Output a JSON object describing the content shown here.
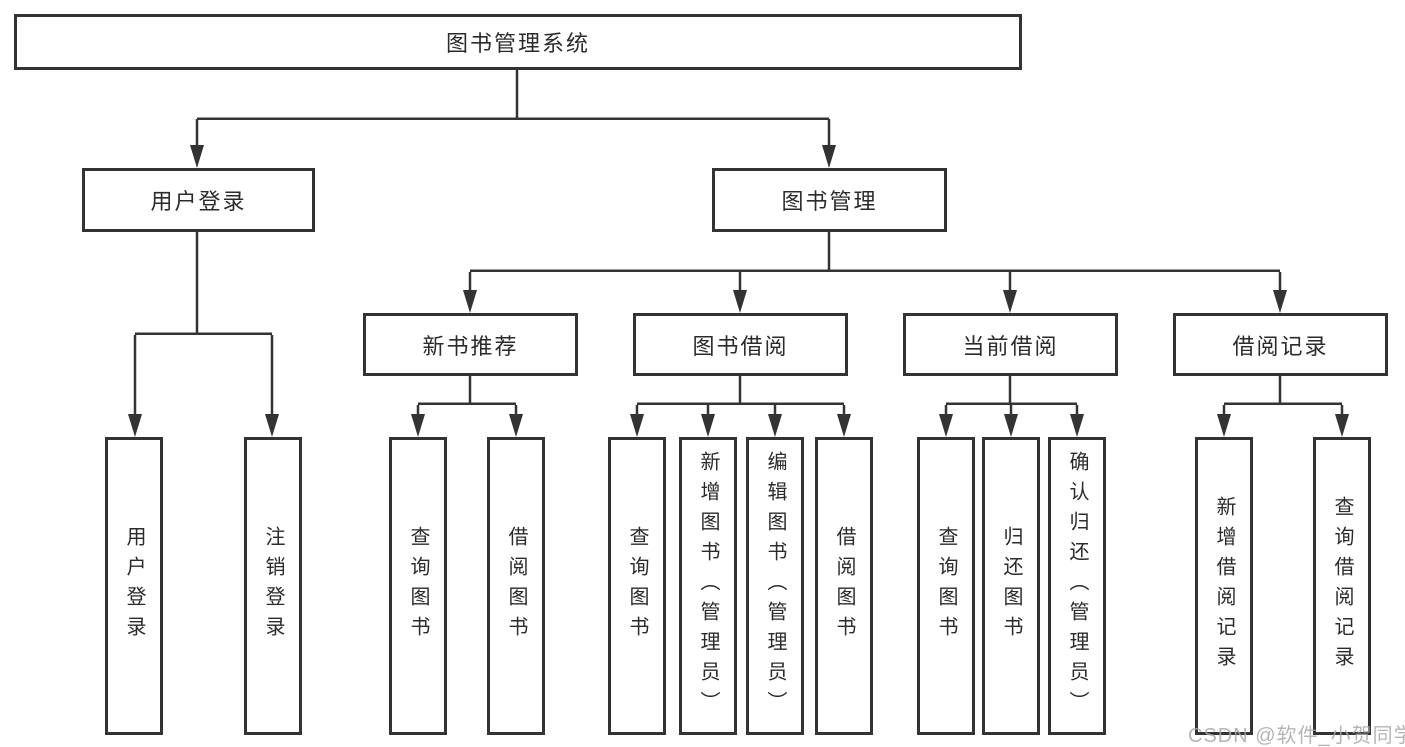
{
  "diagram": {
    "type": "hierarchy-tree",
    "colors": {
      "line": "#333333",
      "box_border": "#333333",
      "text": "#2b2b2b",
      "background": "#ffffff",
      "watermark": "#a8a8a8"
    }
  },
  "tree": {
    "root": {
      "label": "图书管理系统"
    },
    "level2": [
      {
        "label": "用户登录"
      },
      {
        "label": "图书管理"
      }
    ],
    "level3": [
      {
        "label": "新书推荐",
        "parent": "图书管理"
      },
      {
        "label": "图书借阅",
        "parent": "图书管理"
      },
      {
        "label": "当前借阅",
        "parent": "图书管理"
      },
      {
        "label": "借阅记录",
        "parent": "图书管理"
      }
    ],
    "leaves": [
      {
        "label": "用户登录",
        "parent": "用户登录"
      },
      {
        "label": "注销登录",
        "parent": "用户登录"
      },
      {
        "label": "查询图书",
        "parent": "新书推荐"
      },
      {
        "label": "借阅图书",
        "parent": "新书推荐"
      },
      {
        "label": "查询图书",
        "parent": "图书借阅"
      },
      {
        "label": "新增图书（管理员）",
        "parent": "图书借阅"
      },
      {
        "label": "编辑图书（管理员）",
        "parent": "图书借阅"
      },
      {
        "label": "借阅图书",
        "parent": "图书借阅"
      },
      {
        "label": "查询图书",
        "parent": "当前借阅"
      },
      {
        "label": "归还图书",
        "parent": "当前借阅"
      },
      {
        "label": "确认归还（管理员）",
        "parent": "当前借阅"
      },
      {
        "label": "新增借阅记录",
        "parent": "借阅记录"
      },
      {
        "label": "查询借阅记录",
        "parent": "借阅记录"
      }
    ]
  },
  "watermark": {
    "text": "CSDN @软件_小贺同学"
  }
}
